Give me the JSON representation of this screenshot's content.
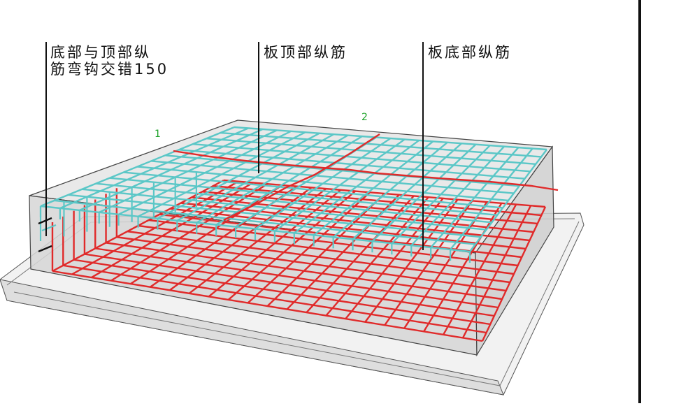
{
  "annotations": {
    "lap_label": "底部与顶部纵\n筋弯钩交错150",
    "lap_label_line1": "底部与顶部纵",
    "lap_label_line2": "筋弯钩交错150",
    "top_bar_label": "板顶部纵筋",
    "bottom_bar_label": "板底部纵筋"
  },
  "section_markers": {
    "marker_1": "1",
    "marker_2": "2"
  },
  "colors": {
    "top_rebar": "#5bc7c7",
    "bottom_rebar": "#e02a2a",
    "section_line": "#e02a2a",
    "concrete_fill": "#e6e6e6",
    "concrete_edge": "#555555",
    "marker_text": "#1fa32b"
  }
}
